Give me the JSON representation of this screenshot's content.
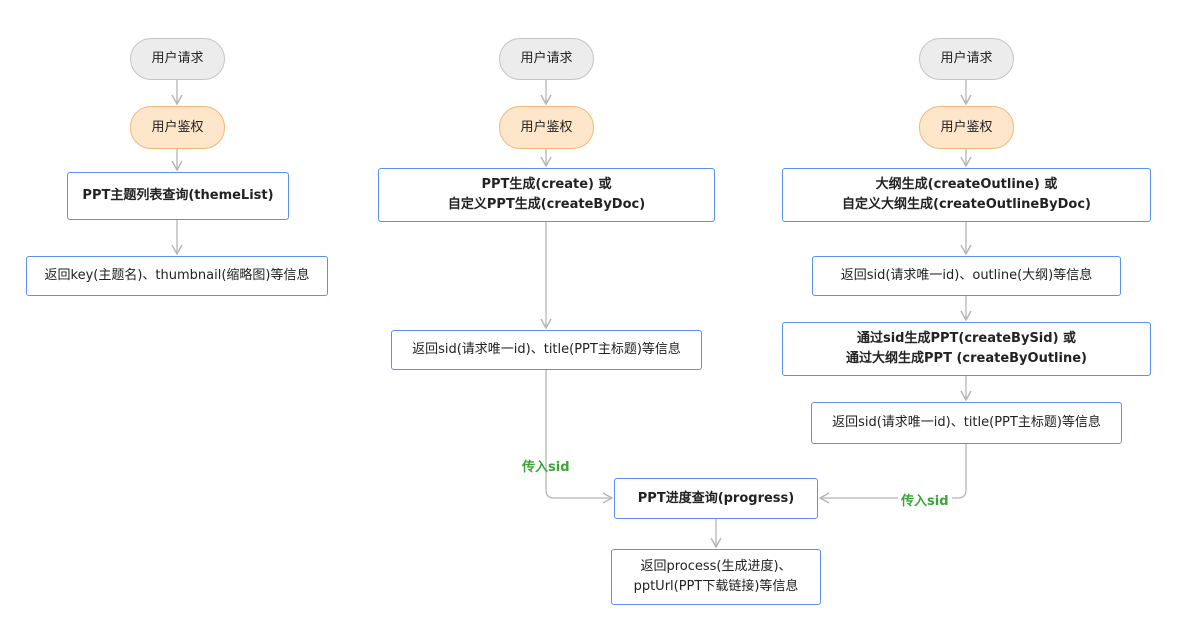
{
  "columns": [
    {
      "request": "用户请求",
      "auth": "用户鉴权",
      "action_lines": [
        "PPT主题列表查询(themeList)"
      ],
      "result_lines": [
        "返回key(主题名)、thumbnail(缩略图)等信息"
      ]
    },
    {
      "request": "用户请求",
      "auth": "用户鉴权",
      "action_lines": [
        "PPT生成(create) 或",
        "自定义PPT生成(createByDoc)"
      ],
      "result_lines": [
        "返回sid(请求唯一id)、title(PPT主标题)等信息"
      ]
    },
    {
      "request": "用户请求",
      "auth": "用户鉴权",
      "action_lines": [
        "大纲生成(createOutline) 或",
        "自定义大纲生成(createOutlineByDoc)"
      ],
      "outline_result_lines": [
        "返回sid(请求唯一id)、outline(大纲)等信息"
      ],
      "generate_lines": [
        "通过sid生成PPT(createBySid) 或",
        "通过大纲生成PPT (createByOutline)"
      ],
      "result_lines": [
        "返回sid(请求唯一id)、title(PPT主标题)等信息"
      ]
    }
  ],
  "progress": {
    "query": "PPT进度查询(progress)",
    "result_lines": [
      "返回process(生成进度)、",
      "pptUrl(PPT下载链接)等信息"
    ]
  },
  "edge_labels": {
    "pass_sid_left": "传入sid",
    "pass_sid_right": "传入sid"
  },
  "colors": {
    "pill_gray_fill": "#ececec",
    "pill_orange_fill": "#fde6c9",
    "box_border": "#5b8ff0",
    "label_green": "#3aa537",
    "arrow_gray": "#b5b5b5"
  }
}
